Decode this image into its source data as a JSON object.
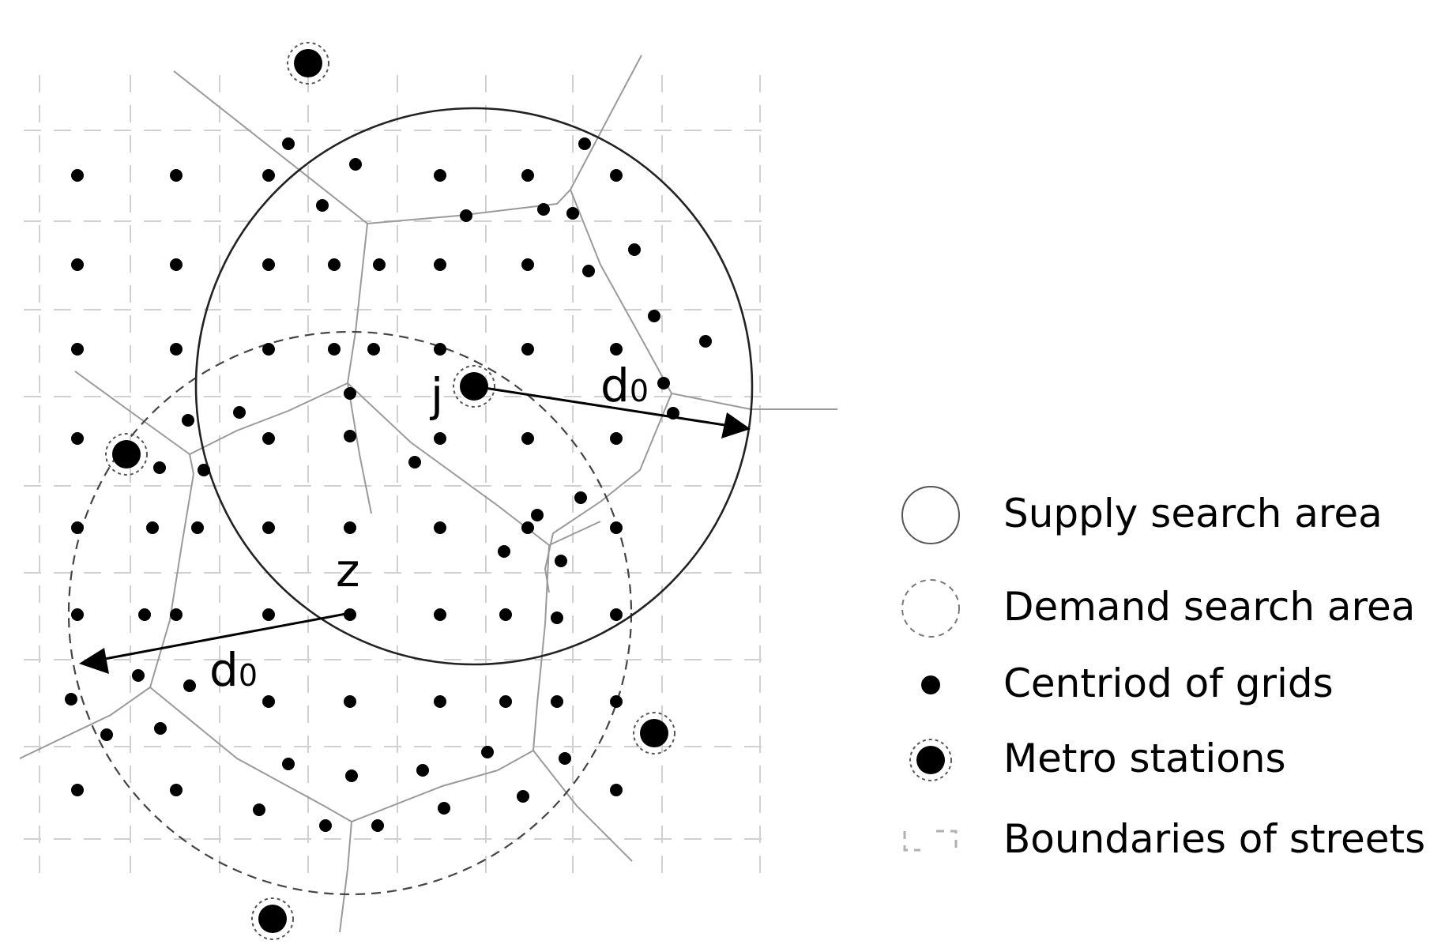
{
  "labels": {
    "supply_station": "j",
    "demand_grid": "z",
    "supply_radius": "d",
    "supply_radius_sub": "0",
    "demand_radius": "d",
    "demand_radius_sub": "0"
  },
  "legend": {
    "supply_search_area": "Supply search area",
    "demand_search_area": "Demand search area",
    "centroid_of_grids": "Centriod of grids",
    "metro_stations": "Metro stations",
    "boundaries_of_streets": "Boundaries of streets"
  },
  "colors": {
    "dot": "#000000",
    "grid_line": "#d0d0d0",
    "street_line": "#9a9a9a",
    "circle": "#222222"
  }
}
